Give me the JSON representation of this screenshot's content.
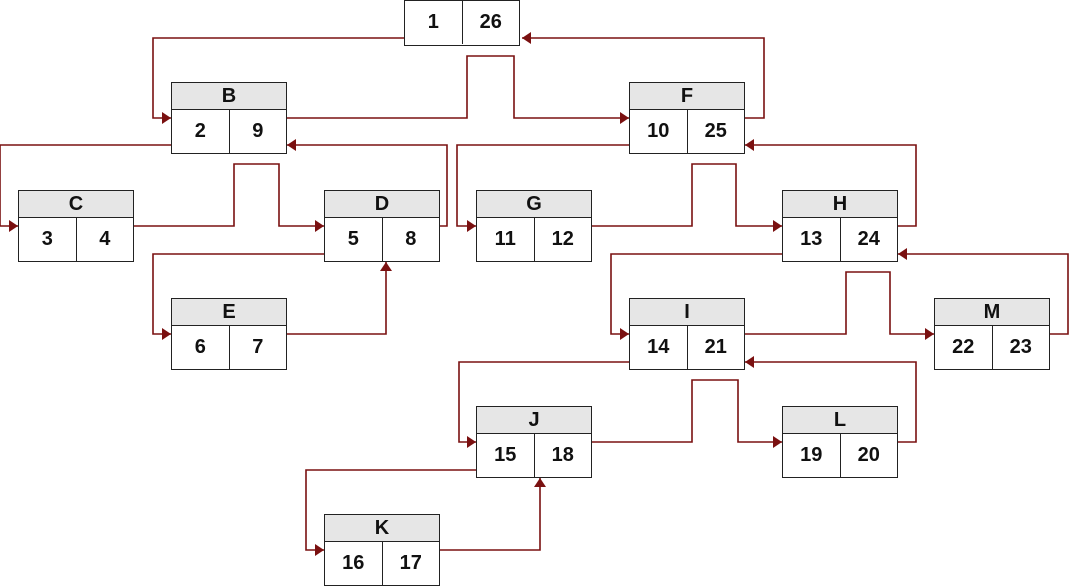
{
  "diagram": {
    "edge_color": "#7a1010",
    "nodes": [
      {
        "id": "root",
        "label": "",
        "left": "1",
        "right": "26"
      },
      {
        "id": "B",
        "label": "B",
        "left": "2",
        "right": "9"
      },
      {
        "id": "F",
        "label": "F",
        "left": "10",
        "right": "25"
      },
      {
        "id": "C",
        "label": "C",
        "left": "3",
        "right": "4"
      },
      {
        "id": "D",
        "label": "D",
        "left": "5",
        "right": "8"
      },
      {
        "id": "G",
        "label": "G",
        "left": "11",
        "right": "12"
      },
      {
        "id": "H",
        "label": "H",
        "left": "13",
        "right": "24"
      },
      {
        "id": "E",
        "label": "E",
        "left": "6",
        "right": "7"
      },
      {
        "id": "I",
        "label": "I",
        "left": "14",
        "right": "21"
      },
      {
        "id": "M",
        "label": "M",
        "left": "22",
        "right": "23"
      },
      {
        "id": "J",
        "label": "J",
        "left": "15",
        "right": "18"
      },
      {
        "id": "L",
        "label": "L",
        "left": "19",
        "right": "20"
      },
      {
        "id": "K",
        "label": "K",
        "left": "16",
        "right": "17"
      }
    ]
  }
}
